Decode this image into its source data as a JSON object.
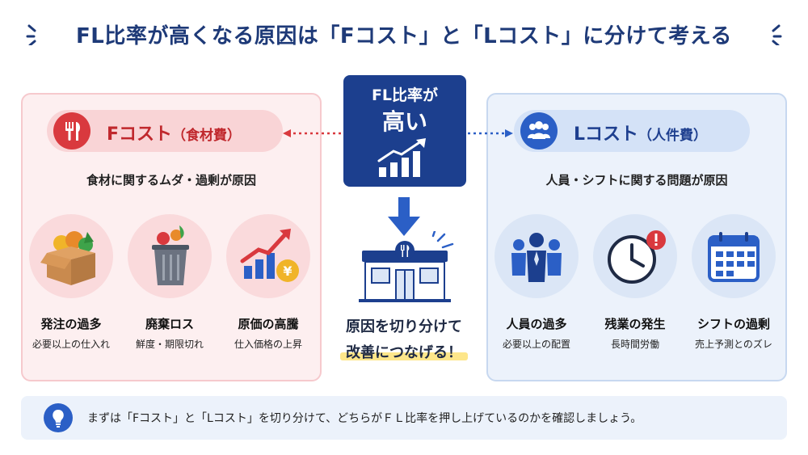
{
  "title": "FL比率が高くなる原因は「Fコスト」と「Lコスト」に分けて考える",
  "center": {
    "line1": "FL比率が",
    "line2": "高い",
    "message_line1": "原因を切り分けて",
    "message_line2": "改善につなげる！"
  },
  "f_section": {
    "label": "Fコスト",
    "label_sub": "（食材費）",
    "subtitle": "食材に関するムダ・過剰が原因",
    "items": [
      {
        "title": "発注の過多",
        "sub": "必要以上の仕入れ",
        "icon": "vegetable-box-icon"
      },
      {
        "title": "廃棄ロス",
        "sub": "鮮度・期限切れ",
        "icon": "trash-bin-icon"
      },
      {
        "title": "原価の高騰",
        "sub": "仕入価格の上昇",
        "icon": "rising-yen-chart-icon"
      }
    ],
    "icon": "fork-knife-icon",
    "color": "#d9393e"
  },
  "l_section": {
    "label": "Lコスト",
    "label_sub": "（人件費）",
    "subtitle": "人員・シフトに関する問題が原因",
    "items": [
      {
        "title": "人員の過多",
        "sub": "必要以上の配置",
        "icon": "staff-group-icon"
      },
      {
        "title": "残業の発生",
        "sub": "長時間労働",
        "icon": "clock-alert-icon"
      },
      {
        "title": "シフトの過剰",
        "sub": "売上予測とのズレ",
        "icon": "calendar-icon"
      }
    ],
    "icon": "people-icon",
    "color": "#2b5fc6"
  },
  "footer": {
    "text": "まずは「Fコスト」と「Lコスト」を切り分けて、どちらがＦＬ比率を押し上げているのかを確認しましょう。",
    "icon": "lightbulb-icon"
  }
}
